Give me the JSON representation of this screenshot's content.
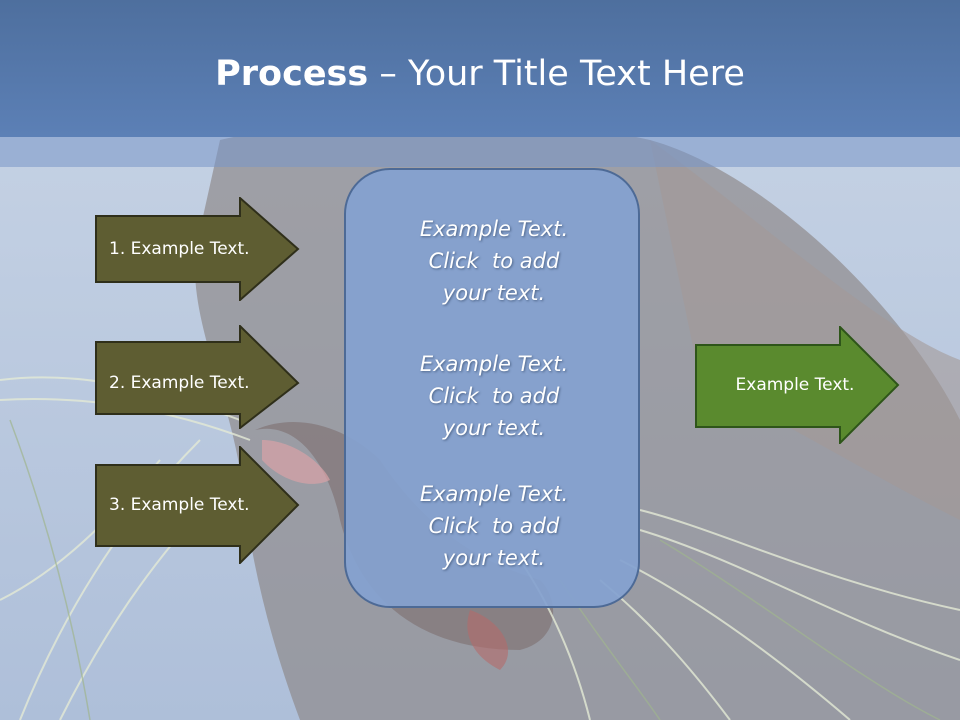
{
  "title": {
    "bold": "Process",
    "rest": " – Your Title Text Here"
  },
  "steps": [
    {
      "label": "1. Example Text."
    },
    {
      "label": "2. Example Text."
    },
    {
      "label": "3. Example Text."
    }
  ],
  "center_box": {
    "paragraphs": [
      {
        "line1": "Example Text.",
        "line2": "Click  to add",
        "line3": "your text."
      },
      {
        "line1": "Example Text.",
        "line2": "Click  to add",
        "line3": "your text."
      },
      {
        "line1": "Example Text.",
        "line2": "Click  to add",
        "line3": "your text."
      }
    ]
  },
  "result": {
    "label": "Example Text."
  },
  "colors": {
    "step_arrow_fill": "#5e5d32",
    "result_arrow_fill": "#5a8a2e",
    "title_bar": "#5577ab",
    "center_box_fill": "#84a1d0"
  }
}
